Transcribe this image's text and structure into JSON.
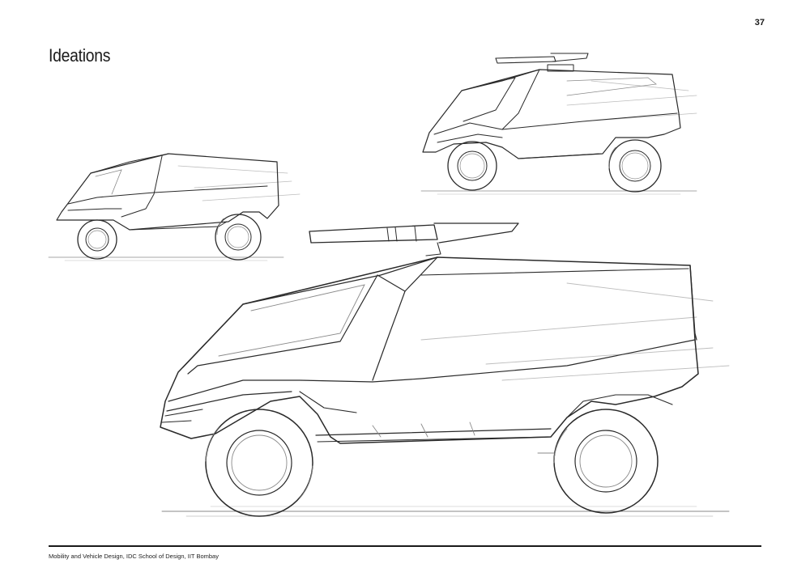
{
  "page": {
    "number": "37",
    "title": "Ideations"
  },
  "footer": {
    "text": "Mobility and Vehicle Design, IDC School of Design, IIT Bombay"
  }
}
